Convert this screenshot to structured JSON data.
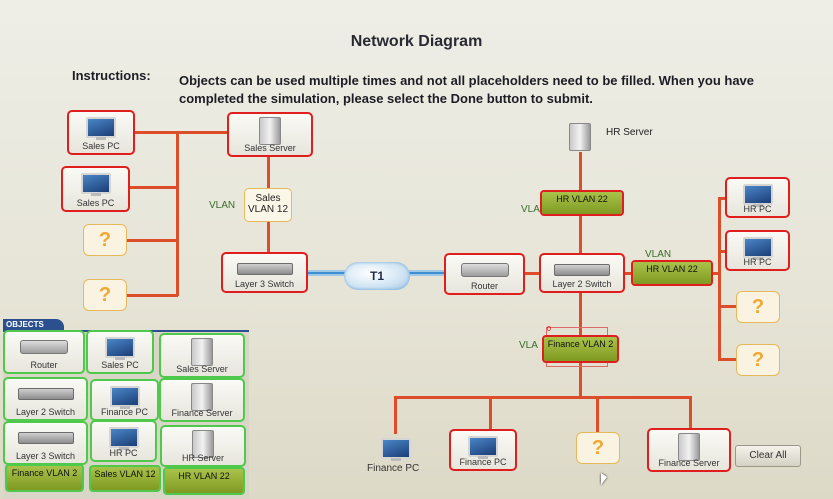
{
  "title": "Network Diagram",
  "instructions_label": "Instructions:",
  "instructions_text": "Objects can be used multiple times and not all placeholders need to be filled. When you have completed the simulation, please select the Done button to submit.",
  "diagram": {
    "sales_pc_1": "Sales PC",
    "sales_pc_2": "Sales PC",
    "sales_server": "Sales Server",
    "sales_vlan": {
      "side": "VLAN",
      "label": "Sales VLAN 12"
    },
    "layer3_switch": "Layer 3 Switch",
    "t1": "T1",
    "router": "Router",
    "layer2_switch": "Layer 2 Switch",
    "hr_server": "HR Server",
    "hr_vlan_top": {
      "side": "VLA",
      "label": "HR VLAN 22"
    },
    "hr_vlan_right": {
      "side": "VLAN",
      "label": "HR VLAN 22"
    },
    "hr_pc_1": "HR PC",
    "hr_pc_2": "HR PC",
    "finance_vlan": {
      "side": "VLA",
      "label": "Finance VLAN 2",
      "marker": "0"
    },
    "finance_pc_1": "Finance PC",
    "finance_pc_2": "Finance PC",
    "finance_server": "Finance Server",
    "placeholder": "?",
    "clear_all": "Clear All"
  },
  "objects_panel": {
    "tab": "OBJECTS",
    "items": [
      "Router",
      "Sales PC",
      "Sales Server",
      "Layer 2 Switch",
      "Finance PC",
      "Finance Server",
      "Layer 3 Switch",
      "HR PC",
      "HR Server",
      "Finance VLAN 2",
      "Sales VLAN 12",
      "HR VLAN 22"
    ]
  }
}
